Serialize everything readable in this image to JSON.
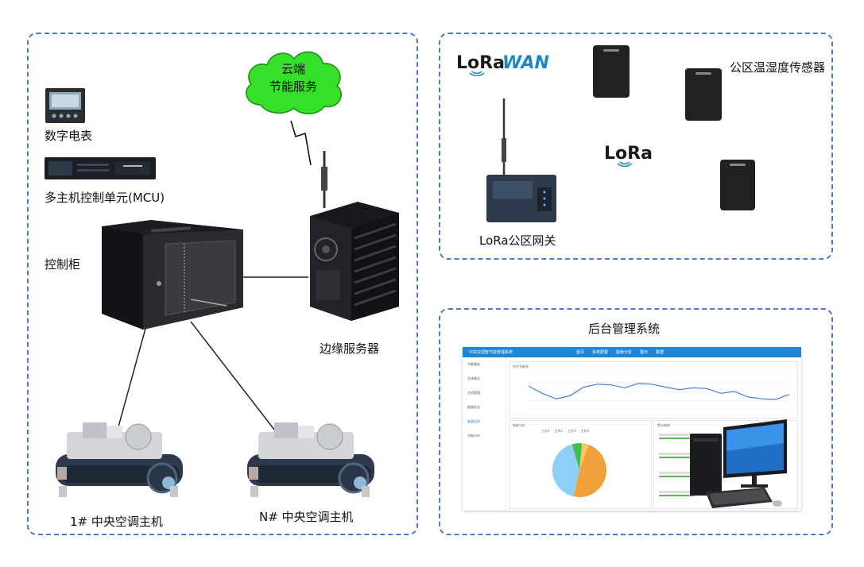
{
  "labels": {
    "cloud": [
      "云端",
      "节能服务"
    ],
    "meter": "数字电表",
    "mcu": "多主机控制单元(MCU)",
    "cabinet": "控制柜",
    "edge_server": "边缘服务器",
    "chiller_1": "1# 中央空调主机",
    "chiller_n": "N# 中央空调主机",
    "sensors": "公区温湿度传感器",
    "gateway": "LoRa公区网关",
    "backend": "后台管理系统"
  },
  "logos": {
    "lorawan": "LoRaWAN",
    "lora": "LoRa"
  },
  "admin": {
    "app_title": "中央空调智节能管理系统",
    "nav": [
      "首页",
      "系统配置",
      "能耗分析",
      "警示",
      "数据"
    ],
    "sidebar": [
      "节能服务",
      "总体概况",
      "主机管理",
      "能量优化",
      "能量回收",
      "节能分析"
    ],
    "chart_title": "供冷节能率",
    "pie_title": "能耗分析",
    "list_title": "累计能耗",
    "legend": [
      "主机1",
      "主机2",
      "主机3",
      "主机4"
    ]
  },
  "colors": {
    "panel_border": "#4a78d8",
    "cloud_fill": "#36e02a",
    "admin_bar": "#1f86d6",
    "line_series": "#4a7fd8",
    "pie": [
      "#f0a13a",
      "#8ecff6",
      "#3fbf4f",
      "#f6c85f"
    ]
  },
  "chart_data": [
    {
      "type": "line",
      "x": [
        1,
        2,
        3,
        4,
        5,
        6,
        7,
        8,
        9,
        10,
        11,
        12,
        13,
        14,
        15,
        16,
        17,
        18,
        19,
        20
      ],
      "series": [
        {
          "values": [
            0.65,
            0.45,
            0.3,
            0.38,
            0.62,
            0.7,
            0.68,
            0.6,
            0.72,
            0.7,
            0.62,
            0.55,
            0.6,
            0.58,
            0.45,
            0.5,
            0.35,
            0.3,
            0.28,
            0.42
          ]
        }
      ],
      "ylim": [
        0,
        1
      ]
    },
    {
      "type": "pie",
      "values": [
        48,
        42,
        6,
        4
      ]
    }
  ]
}
